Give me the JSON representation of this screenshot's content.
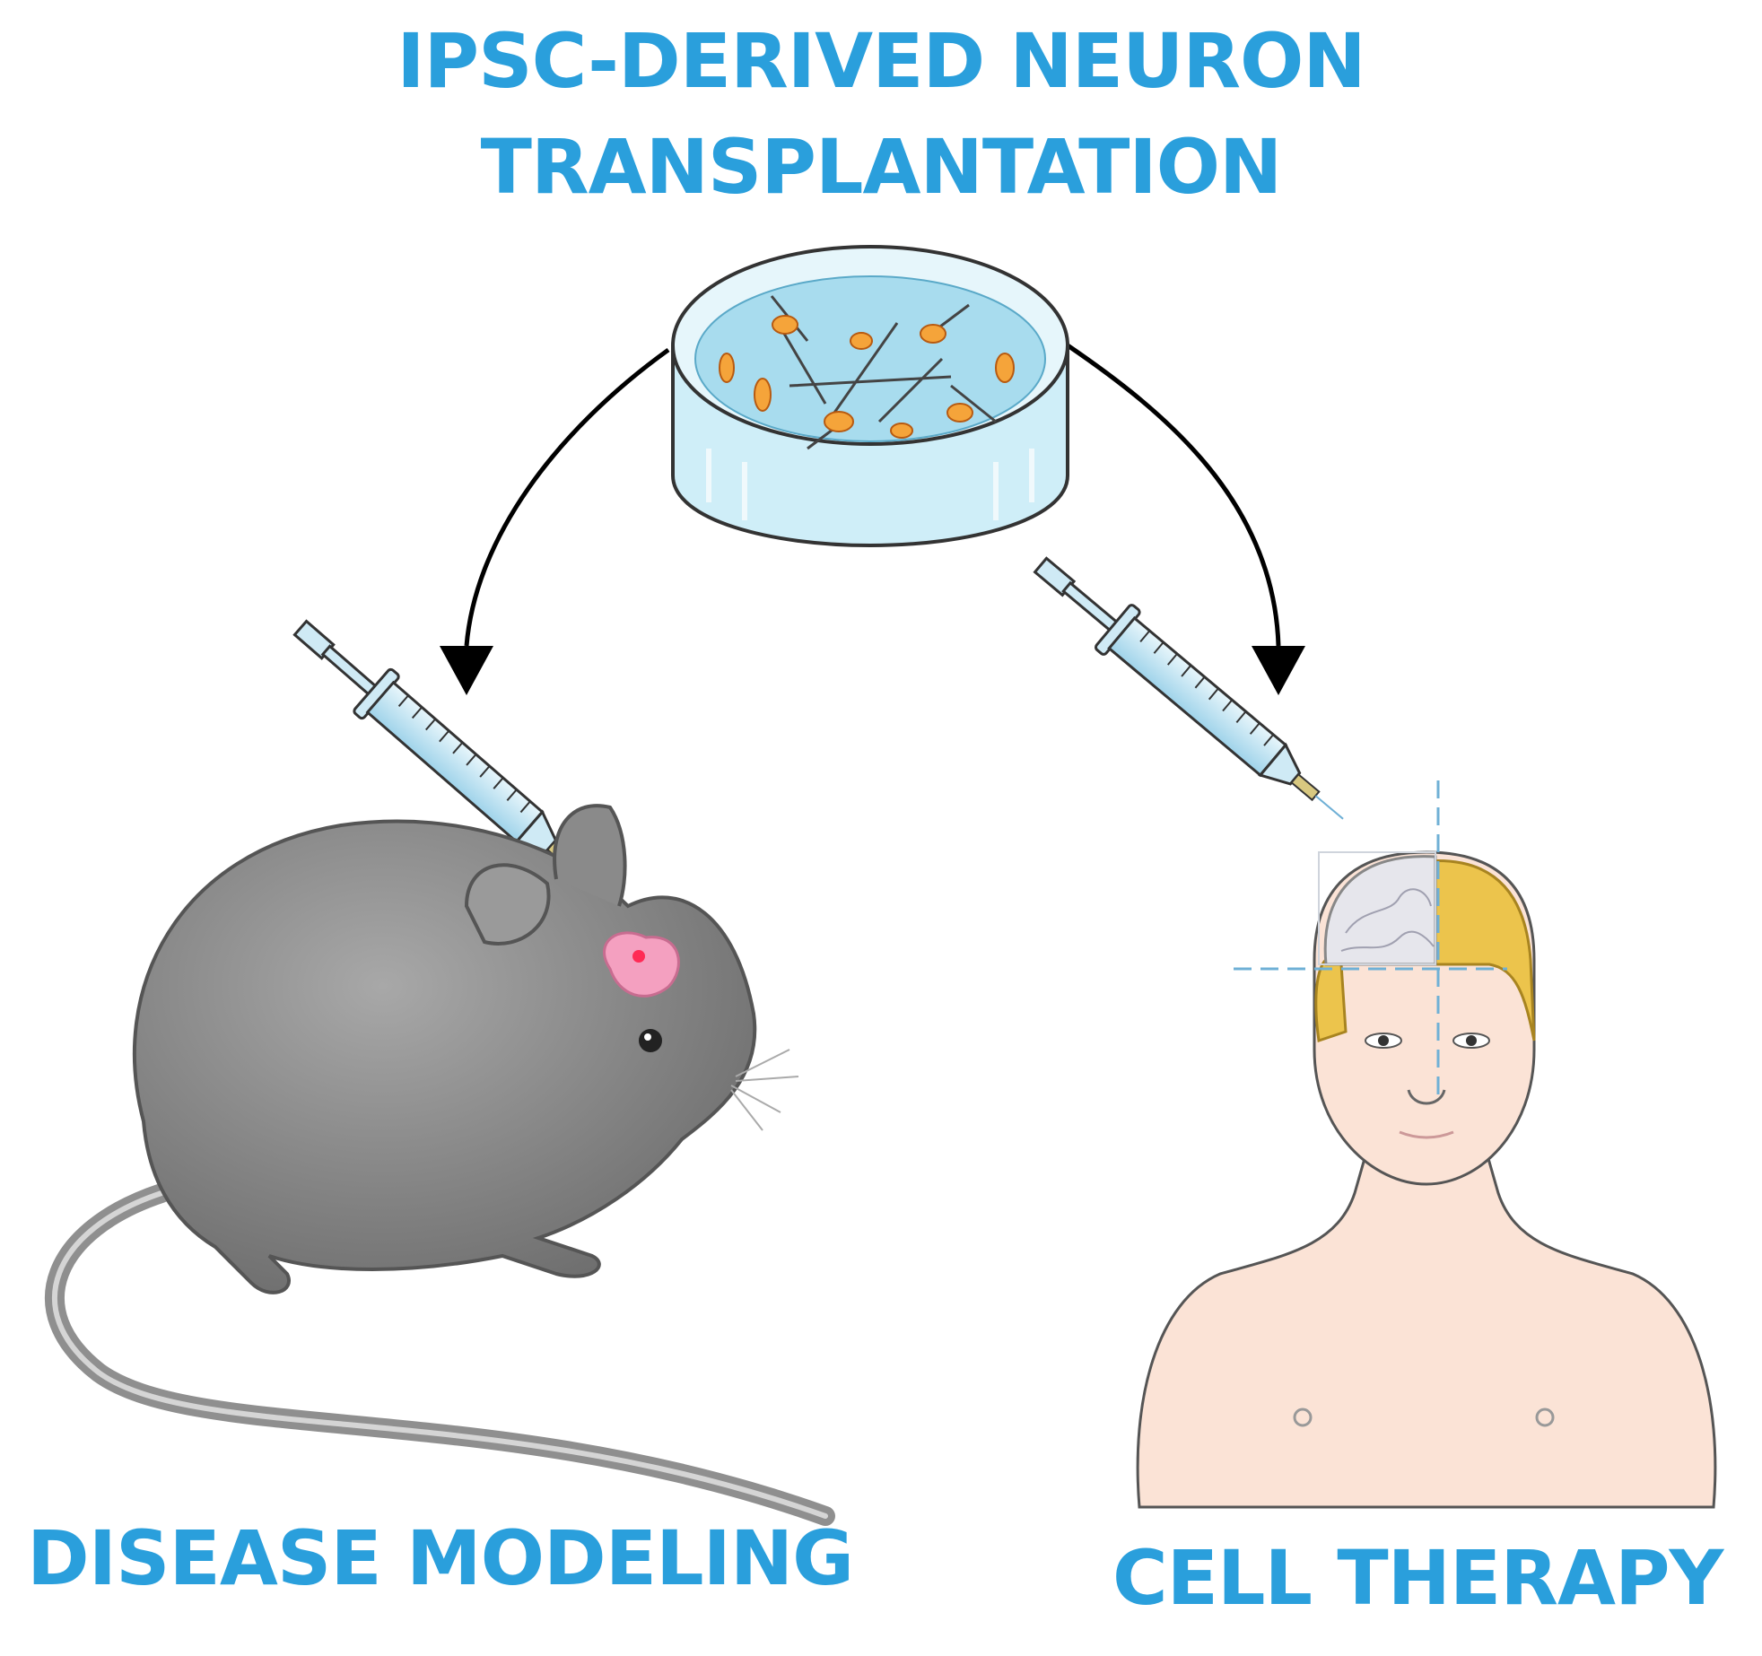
{
  "title": {
    "line1": "IPSC-DERIVED NEURON",
    "line2": "TRANSPLANTATION"
  },
  "labels": {
    "left": "DISEASE MODELING",
    "right": "CELL THERAPY"
  },
  "colors": {
    "title_blue": "#2a9fdc",
    "mouse_gray": "#8a8a8a",
    "brain_pink": "#f4a0c0",
    "dish_blue": "#bfe6f4",
    "skin": "#fbe3d6",
    "hair": "#ecc44c",
    "arrow": "#000000"
  },
  "icons": [
    "petri-dish-icon",
    "syringe-icon",
    "mouse-icon",
    "human-icon",
    "brain-icon",
    "arrow-icon"
  ]
}
